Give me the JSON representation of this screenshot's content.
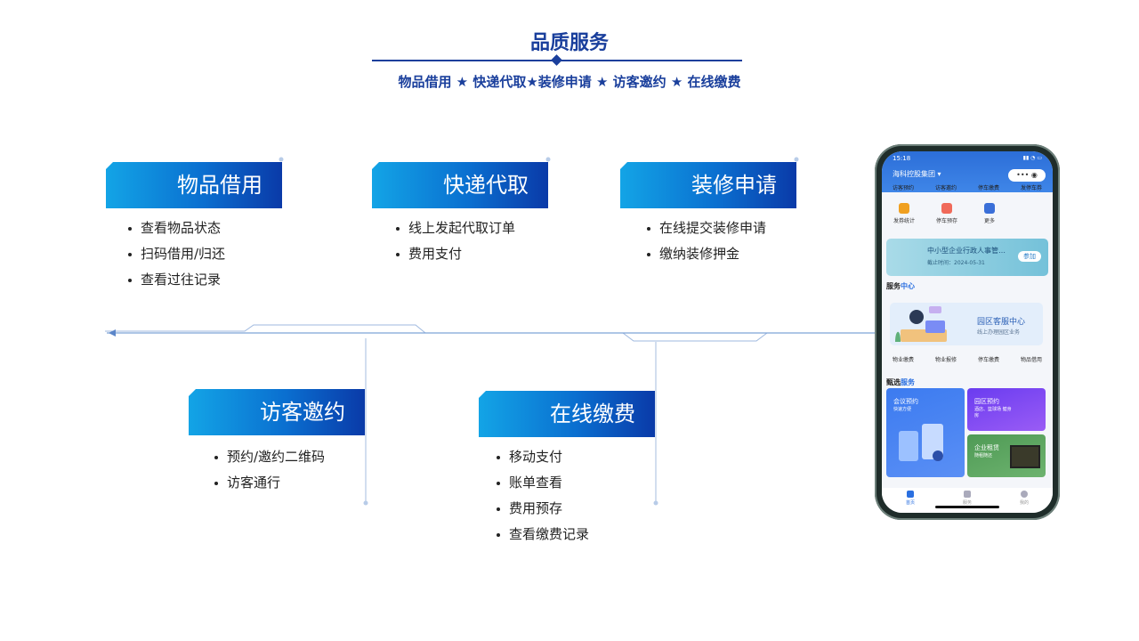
{
  "title": "品质服务",
  "subtitle": "物品借用 ★ 快递代取★装修申请 ★ 访客邀约 ★ 在线缴费",
  "cards": [
    {
      "name": "物品借用",
      "items": [
        "查看物品状态",
        "扫码借用/归还",
        "查看过往记录"
      ]
    },
    {
      "name": "快递代取",
      "items": [
        "线上发起代取订单",
        "费用支付"
      ]
    },
    {
      "name": "装修申请",
      "items": [
        "在线提交装修申请",
        "缴纳装修押金"
      ]
    },
    {
      "name": "访客邀约",
      "items": [
        "预约/邀约二维码",
        "访客通行"
      ]
    },
    {
      "name": "在线缴费",
      "items": [
        "移动支付",
        "账单查看",
        "费用预存",
        "查看缴费记录"
      ]
    }
  ],
  "phone": {
    "time": "15:18",
    "org": "海科控股集团",
    "capsule": "••• ◉",
    "top_labels": [
      "访客预约",
      "访客邀约",
      "停车缴费",
      "发停车券"
    ],
    "icon_items": [
      {
        "label": "发券统计",
        "color": "#f0a020"
      },
      {
        "label": "停车预存",
        "color": "#f06a5a"
      },
      {
        "label": "更多",
        "color": "#3a6fd8"
      }
    ],
    "banner": {
      "title": "中小型企业行政人事管…",
      "deadline": "截止时间：2024-05-31",
      "button": "参加"
    },
    "service_center_a": "服务",
    "service_center_b": "中心",
    "svc_card": {
      "title": "园区客服中心",
      "sub": "线上办理园区业务"
    },
    "svc_row": [
      "物业缴费",
      "物业报修",
      "停车缴费",
      "物品借用"
    ],
    "select_a": "甄选",
    "select_b": "服务",
    "tiles": [
      {
        "title": "会议预约",
        "sub": "快速方便"
      },
      {
        "title": "园区预约",
        "sub": "酒店、篮球场 健身房"
      },
      {
        "title": "企业租赁",
        "sub": "随租随还"
      }
    ],
    "tabs": [
      "首页",
      "服务",
      "我的"
    ]
  }
}
